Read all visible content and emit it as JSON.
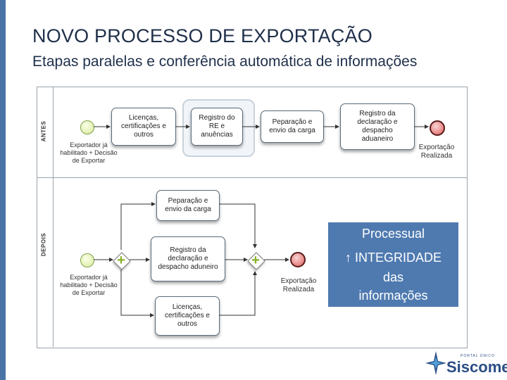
{
  "title": "NOVO PROCESSO DE EXPORTAÇÃO",
  "subtitle": "Etapas paralelas e conferência automática de informações",
  "diagram": {
    "antes": {
      "lane_label": "ANTES",
      "start_note": [
        "Exportador já",
        "habilitado + Decisão",
        "de Exportar"
      ],
      "tasks": {
        "licencas": [
          "Licenças,",
          "certificações e",
          "outros"
        ],
        "registro_re": [
          "Registro do",
          "RE e",
          "anuências"
        ],
        "preparacao": [
          "Peparação e",
          "envio da carga"
        ],
        "registro_declaracao": [
          "Registro da",
          "declaração e",
          "despacho",
          "aduaneiro"
        ]
      },
      "end_note": [
        "Exportação",
        "Realizada"
      ]
    },
    "depois": {
      "lane_label": "DEPOIS",
      "start_note": [
        "Exportador já",
        "habilitado + Decisão",
        "de Exportar"
      ],
      "tasks": {
        "preparacao": [
          "Peparação e",
          "envio da carga"
        ],
        "registro_declaracao": [
          "Registro da",
          "declaração e",
          "despacho aduneiro"
        ],
        "licencas": [
          "Licenças,",
          "certificações e",
          "outros"
        ]
      },
      "end_note": [
        "Exportação",
        "Realizada"
      ]
    }
  },
  "callout": {
    "line1": "Processual",
    "line2": "↑ INTEGRIDADE",
    "line3": "das",
    "line4": "informações"
  },
  "logo": {
    "top": "PORTAL ÚNICO",
    "text": "Siscomex"
  },
  "colors": {
    "accent": "#4f7ab0",
    "title": "#1f2f4a",
    "start_event": "#d8ec9a",
    "end_event": "#e06060",
    "gateway_plus": "#8ab02a"
  }
}
